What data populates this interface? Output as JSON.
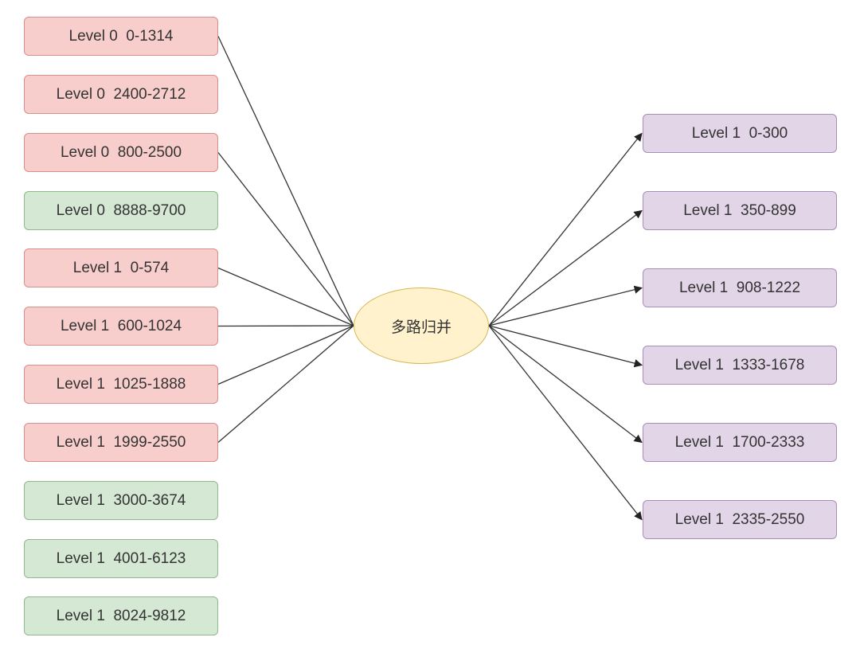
{
  "inputs": [
    {
      "label": "Level 0  0-1314",
      "color": "#f8cecc"
    },
    {
      "label": "Level 0  2400-2712",
      "color": "#f8cecc"
    },
    {
      "label": "Level 0  800-2500",
      "color": "#f8cecc"
    },
    {
      "label": "Level 0  8888-9700",
      "color": "#d5e8d4"
    },
    {
      "label": "Level 1  0-574",
      "color": "#f8cecc"
    },
    {
      "label": "Level 1  600-1024",
      "color": "#f8cecc"
    },
    {
      "label": "Level 1  1025-1888",
      "color": "#f8cecc"
    },
    {
      "label": "Level 1  1999-2550",
      "color": "#f8cecc"
    },
    {
      "label": "Level 1  3000-3674",
      "color": "#d5e8d4"
    },
    {
      "label": "Level 1  4001-6123",
      "color": "#d5e8d4"
    },
    {
      "label": "Level 1  8024-9812",
      "color": "#d5e8d4"
    }
  ],
  "merge_label": "多路归并",
  "merge_color": "#fff2cc",
  "outputs": [
    {
      "label": "Level 1  0-300",
      "color": "#e1d5e7"
    },
    {
      "label": "Level 1  350-899",
      "color": "#e1d5e7"
    },
    {
      "label": "Level 1  908-1222",
      "color": "#e1d5e7"
    },
    {
      "label": "Level 1  1333-1678",
      "color": "#e1d5e7"
    },
    {
      "label": "Level 1  1700-2333",
      "color": "#e1d5e7"
    },
    {
      "label": "Level 1  2335-2550",
      "color": "#e1d5e7"
    }
  ],
  "connected_inputs": [
    0,
    2,
    4,
    5,
    6,
    7
  ]
}
